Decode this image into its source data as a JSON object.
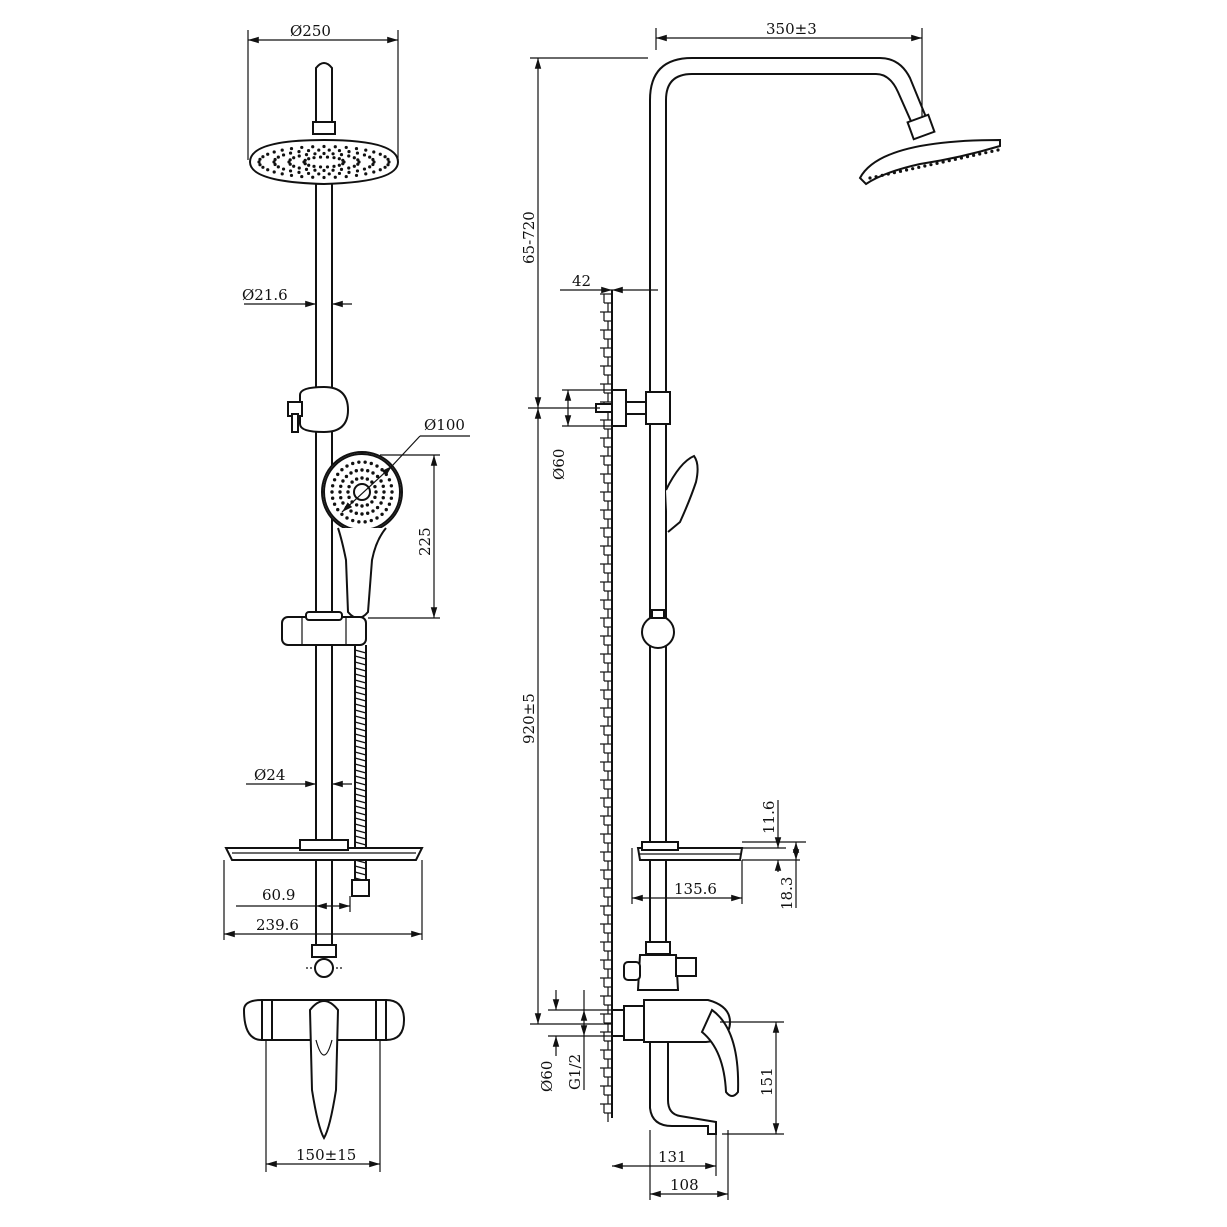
{
  "dimensions": {
    "front_head_diameter": "Ø250",
    "front_top_pipe_diameter": "Ø21.6",
    "hand_shower_diameter": "Ø100",
    "hand_shower_length": "225",
    "front_bottom_pipe_diameter": "Ø24",
    "soap_dish_offset": "60.9",
    "soap_dish_width": "239.6",
    "mixer_width": "150±15",
    "arm_reach": "350±3",
    "height_adjust": "65-720",
    "wall_clearance": "42",
    "wall_flange_upper": "Ø60",
    "riser_height": "920±5",
    "soap_dish_thickness": "11.6",
    "soap_dish_depth": "135.6",
    "soap_dish_height": "18.3",
    "wall_flange_lower": "Ø60",
    "thread": "G1/2",
    "spout_height": "151",
    "spout_reach": "131",
    "spout_offset": "108"
  }
}
